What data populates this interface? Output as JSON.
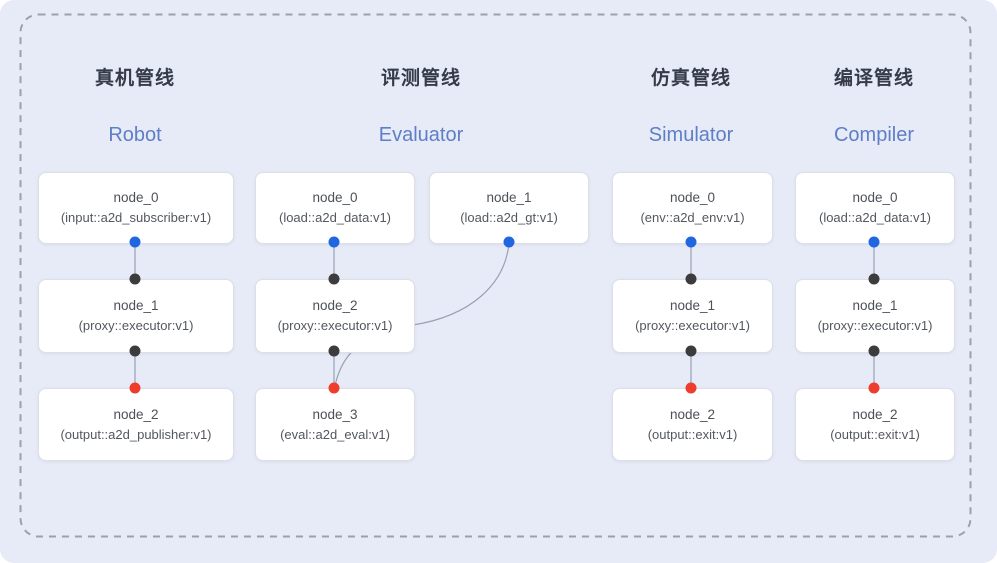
{
  "pipelines": [
    {
      "title_zh": "真机管线",
      "title_en": "Robot",
      "nodes": [
        {
          "name": "node_0",
          "type": "(input::a2d_subscriber:v1)"
        },
        {
          "name": "node_1",
          "type": "(proxy::executor:v1)"
        },
        {
          "name": "node_2",
          "type": "(output::a2d_publisher:v1)"
        }
      ]
    },
    {
      "title_zh": "评测管线",
      "title_en": "Evaluator",
      "nodes": [
        {
          "name": "node_0",
          "type": "(load::a2d_data:v1)"
        },
        {
          "name": "node_1",
          "type": "(load::a2d_gt:v1)"
        },
        {
          "name": "node_2",
          "type": "(proxy::executor:v1)"
        },
        {
          "name": "node_3",
          "type": "(eval::a2d_eval:v1)"
        }
      ]
    },
    {
      "title_zh": "仿真管线",
      "title_en": "Simulator",
      "nodes": [
        {
          "name": "node_0",
          "type": "(env::a2d_env:v1)"
        },
        {
          "name": "node_1",
          "type": "(proxy::executor:v1)"
        },
        {
          "name": "node_2",
          "type": "(output::exit:v1)"
        }
      ]
    },
    {
      "title_zh": "编译管线",
      "title_en": "Compiler",
      "nodes": [
        {
          "name": "node_0",
          "type": "(load::a2d_data:v1)"
        },
        {
          "name": "node_1",
          "type": "(proxy::executor:v1)"
        },
        {
          "name": "node_2",
          "type": "(output::exit:v1)"
        }
      ]
    }
  ],
  "edges": [
    {
      "pipeline": "Robot",
      "from": "node_0",
      "to": "node_1"
    },
    {
      "pipeline": "Robot",
      "from": "node_1",
      "to": "node_2"
    },
    {
      "pipeline": "Evaluator",
      "from": "node_0",
      "to": "node_2"
    },
    {
      "pipeline": "Evaluator",
      "from": "node_2",
      "to": "node_3"
    },
    {
      "pipeline": "Evaluator",
      "from": "node_1",
      "to": "node_3"
    },
    {
      "pipeline": "Simulator",
      "from": "node_0",
      "to": "node_1"
    },
    {
      "pipeline": "Simulator",
      "from": "node_1",
      "to": "node_2"
    },
    {
      "pipeline": "Compiler",
      "from": "node_0",
      "to": "node_1"
    },
    {
      "pipeline": "Compiler",
      "from": "node_1",
      "to": "node_2"
    }
  ],
  "colors": {
    "background": "#e7ebf7",
    "dashed_border": "#9aa1ad",
    "node_fill": "#ffffff",
    "node_border": "#dcdfe8",
    "wire": "#98a1b3",
    "port_output_blue": "#2066e0",
    "port_input_dark": "#3c3c3e",
    "port_terminal_red": "#ee3d2c",
    "title_zh_color": "#353b49",
    "title_en_color": "#5e7ec6"
  }
}
